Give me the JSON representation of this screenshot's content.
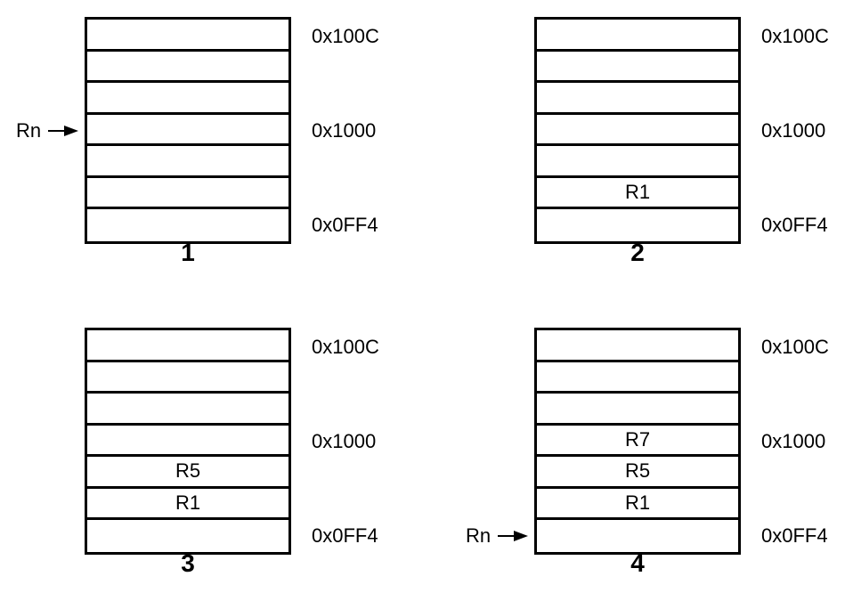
{
  "addresses": {
    "top": "0x100C",
    "mid": "0x1000",
    "bot": "0x0FF4"
  },
  "pointer_label": "Rn",
  "panels": [
    {
      "caption": "1",
      "cells": [
        "",
        "",
        "",
        "",
        "",
        "",
        ""
      ],
      "pointer_row": 3
    },
    {
      "caption": "2",
      "cells": [
        "",
        "",
        "",
        "",
        "",
        "R1",
        ""
      ],
      "pointer_row": null
    },
    {
      "caption": "3",
      "cells": [
        "",
        "",
        "",
        "",
        "R5",
        "R1",
        ""
      ],
      "pointer_row": null
    },
    {
      "caption": "4",
      "cells": [
        "",
        "",
        "",
        "R7",
        "R5",
        "R1",
        ""
      ],
      "pointer_row": 6
    }
  ]
}
